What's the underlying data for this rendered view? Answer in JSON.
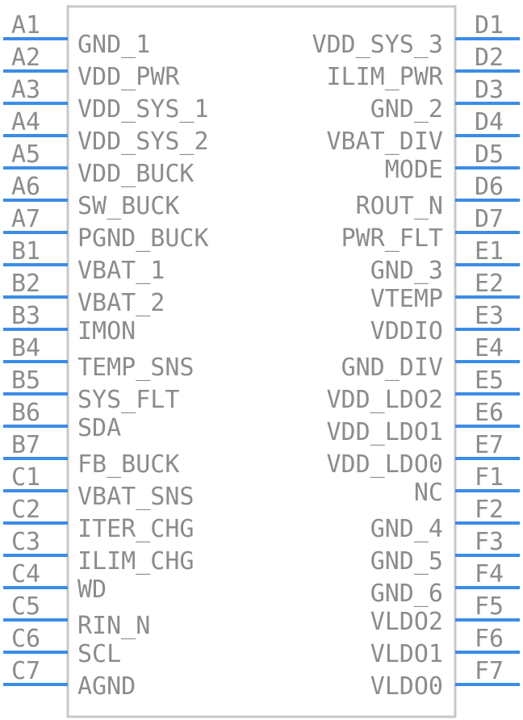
{
  "colors": {
    "pin": "#3c8ce6",
    "body_stroke": "#c8c8c8",
    "text": "#8c8c8c",
    "background": "#ffffff"
  },
  "left_pins": [
    {
      "number": "A1",
      "name": "GND_1"
    },
    {
      "number": "A2",
      "name": "VDD_PWR"
    },
    {
      "number": "A3",
      "name": "VDD_SYS_1"
    },
    {
      "number": "A4",
      "name": "VDD_SYS_2"
    },
    {
      "number": "A5",
      "name": "VDD_BUCK"
    },
    {
      "number": "A6",
      "name": "SW_BUCK"
    },
    {
      "number": "A7",
      "name": "PGND_BUCK"
    },
    {
      "number": "B1",
      "name": "VBAT_1"
    },
    {
      "number": "B2",
      "name": "VBAT_2"
    },
    {
      "number": "B3",
      "name": "IMON"
    },
    {
      "number": "B4",
      "name": "TEMP_SNS"
    },
    {
      "number": "B5",
      "name": "SYS_FLT"
    },
    {
      "number": "B6",
      "name": "SDA"
    },
    {
      "number": "B7",
      "name": "FB_BUCK"
    },
    {
      "number": "C1",
      "name": "VBAT_SNS"
    },
    {
      "number": "C2",
      "name": "ITER_CHG"
    },
    {
      "number": "C3",
      "name": "ILIM_CHG"
    },
    {
      "number": "C4",
      "name": "WD"
    },
    {
      "number": "C5",
      "name": "RIN_N"
    },
    {
      "number": "C6",
      "name": "SCL"
    },
    {
      "number": "C7",
      "name": "AGND"
    }
  ],
  "right_pins": [
    {
      "number": "D1",
      "name": "VDD_SYS_3"
    },
    {
      "number": "D2",
      "name": "ILIM_PWR"
    },
    {
      "number": "D3",
      "name": "GND_2"
    },
    {
      "number": "D4",
      "name": "VBAT_DIV"
    },
    {
      "number": "D5",
      "name": "MODE"
    },
    {
      "number": "D6",
      "name": "ROUT_N"
    },
    {
      "number": "D7",
      "name": "PWR_FLT"
    },
    {
      "number": "E1",
      "name": "GND_3"
    },
    {
      "number": "E2",
      "name": "VTEMP"
    },
    {
      "number": "E3",
      "name": "VDDIO"
    },
    {
      "number": "E4",
      "name": "GND_DIV"
    },
    {
      "number": "E5",
      "name": "VDD_LDO2"
    },
    {
      "number": "E6",
      "name": "VDD_LDO1"
    },
    {
      "number": "E7",
      "name": "VDD_LDO0"
    },
    {
      "number": "F1",
      "name": "NC"
    },
    {
      "number": "F2",
      "name": "GND_4"
    },
    {
      "number": "F3",
      "name": "GND_5"
    },
    {
      "number": "F4",
      "name": "GND_6"
    },
    {
      "number": "F5",
      "name": "VLDO2"
    },
    {
      "number": "F6",
      "name": "VLDO1"
    },
    {
      "number": "F7",
      "name": "VLDO0"
    }
  ]
}
